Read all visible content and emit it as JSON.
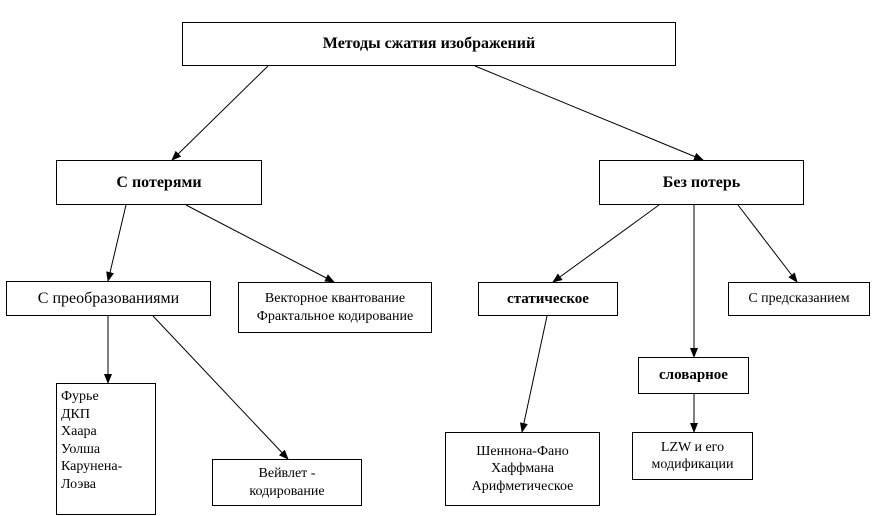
{
  "nodes": {
    "root": "Методы сжатия изображений",
    "lossy": "С потерями",
    "lossless": "Без потерь",
    "transforms": "С преобразованиями",
    "vector_fractal": "Векторное квантование\nФрактальное кодирование",
    "static": "статическое",
    "prediction": "С предсказанием",
    "dictionary": "словарное",
    "transform_list": "Фурье\nДКП\nХаара\nУолша\nКарунена-\nЛоэва",
    "wavelet": "Вейвлет -\nкодирование",
    "entropy_list": "Шеннона-Фано\nХаффмана\nАрифметическое",
    "lzw": "LZW и его\nмодификации"
  },
  "colors": {
    "line": "#000000",
    "box_border": "#000000",
    "background": "#ffffff"
  }
}
